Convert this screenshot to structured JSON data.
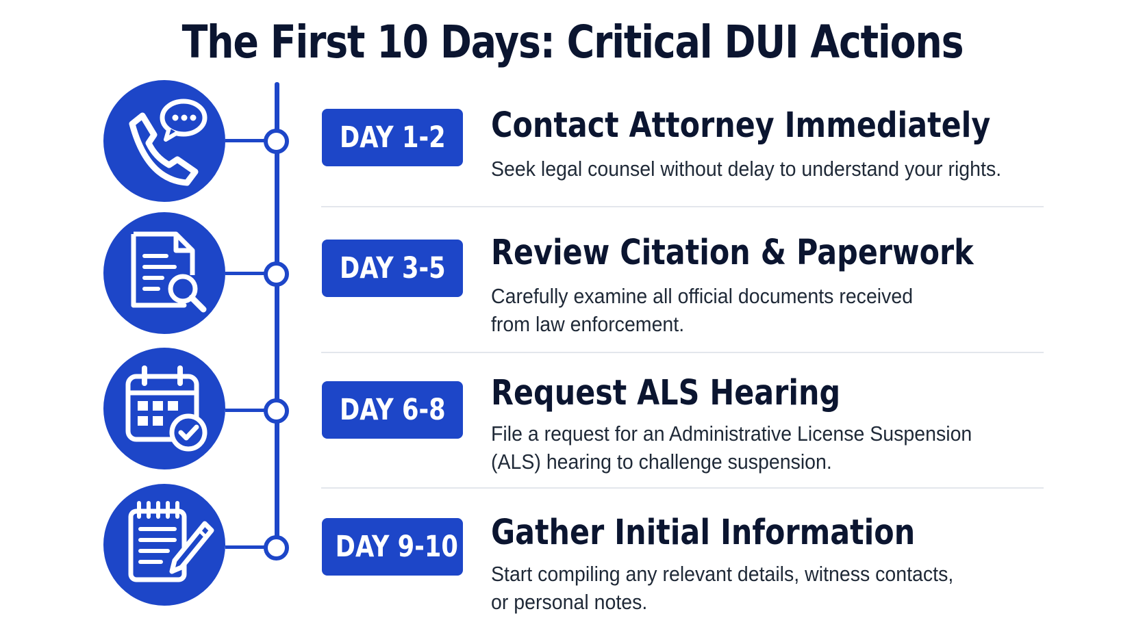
{
  "title": "The First 10 Days: Critical DUI Actions",
  "colors": {
    "accent": "#1d46c8",
    "heading": "#0b1530",
    "body": "#1f2937",
    "divider": "#e3e6ec"
  },
  "steps": [
    {
      "badge": "DAY 1-2",
      "icon": "phone-chat-icon",
      "title": "Contact Attorney Immediately",
      "description_lines": [
        "Seek legal counsel without delay to understand your rights."
      ]
    },
    {
      "badge": "DAY 3-5",
      "icon": "document-search-icon",
      "title": "Review Citation & Paperwork",
      "description_lines": [
        "Carefully examine all official documents received",
        "from law enforcement."
      ]
    },
    {
      "badge": "DAY 6-8",
      "icon": "calendar-check-icon",
      "title": "Request ALS Hearing",
      "description_lines": [
        "File a request for an Administrative License Suspension",
        "(ALS) hearing to challenge suspension."
      ]
    },
    {
      "badge": "DAY 9-10",
      "icon": "notepad-pen-icon",
      "title": "Gather Initial Information",
      "description_lines": [
        "Start compiling any relevant details, witness contacts,",
        "or personal notes."
      ]
    }
  ]
}
